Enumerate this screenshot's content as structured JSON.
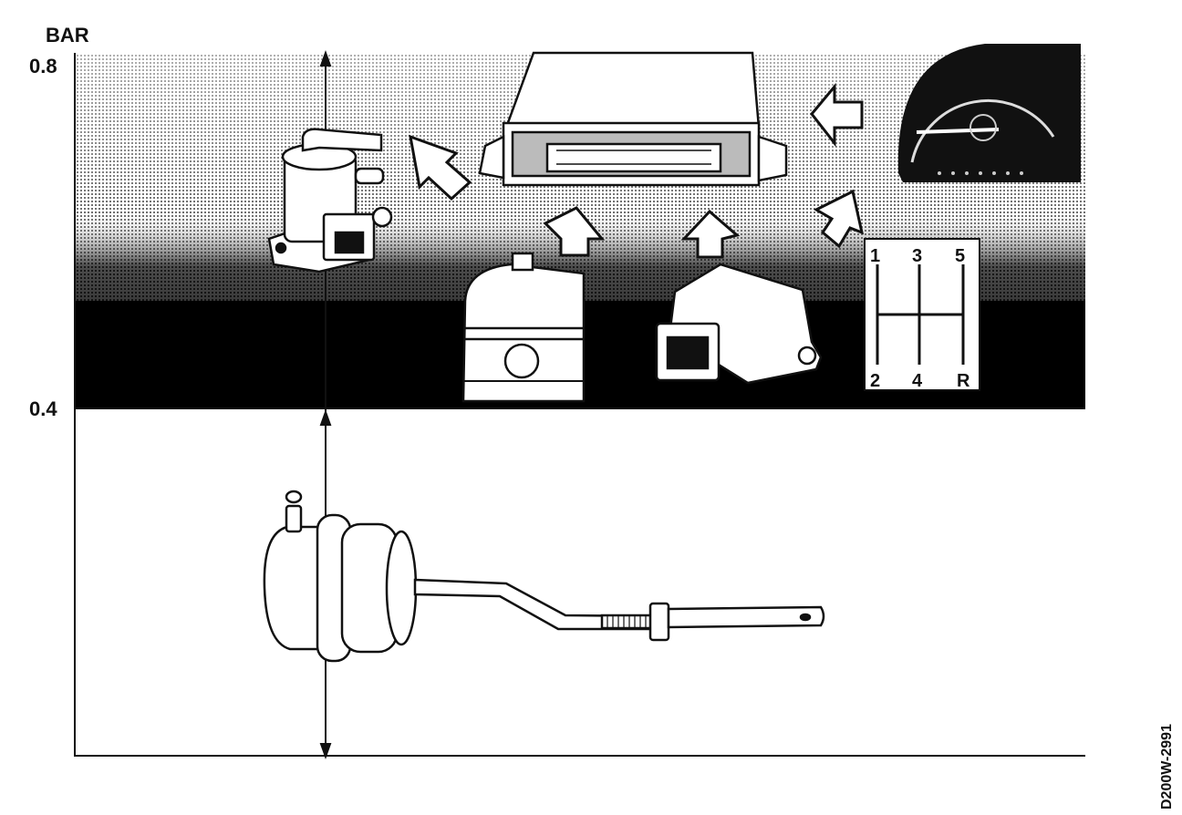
{
  "axis": {
    "unit": "BAR",
    "ticks": [
      "0.8",
      "0.4"
    ]
  },
  "gear_diagram": {
    "top": [
      "1",
      "3",
      "5"
    ],
    "bottom": [
      "2",
      "4",
      "R"
    ]
  },
  "figure_code": "D200W-2991",
  "colors": {
    "ink": "#111111",
    "paper": "#ffffff",
    "halftone": "#7a7a7a",
    "dark_band": "#000000"
  },
  "components": [
    "boost-solenoid-valve",
    "engine-control-unit",
    "tachometer",
    "ignition-module",
    "throttle-position-sensor",
    "gear-shift-pattern",
    "wastegate-actuator"
  ]
}
